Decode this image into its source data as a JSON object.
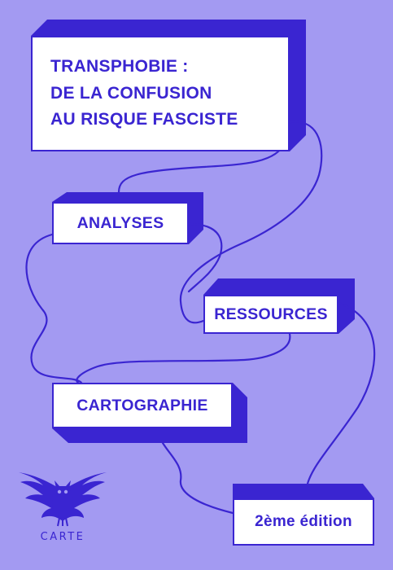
{
  "cover": {
    "title_lines": [
      "TRANSPHOBIE :",
      "DE LA CONFUSION",
      "AU RISQUE FASCISTE"
    ],
    "sections": [
      "ANALYSES",
      "RESSOURCES",
      "CARTOGRAPHIE"
    ],
    "edition": "2ème édition",
    "publisher_logo": {
      "icon": "owl-icon",
      "label": "CARTE"
    }
  },
  "colors": {
    "background": "#a39af2",
    "accent": "#3a25d1",
    "box_fill": "#ffffff"
  }
}
